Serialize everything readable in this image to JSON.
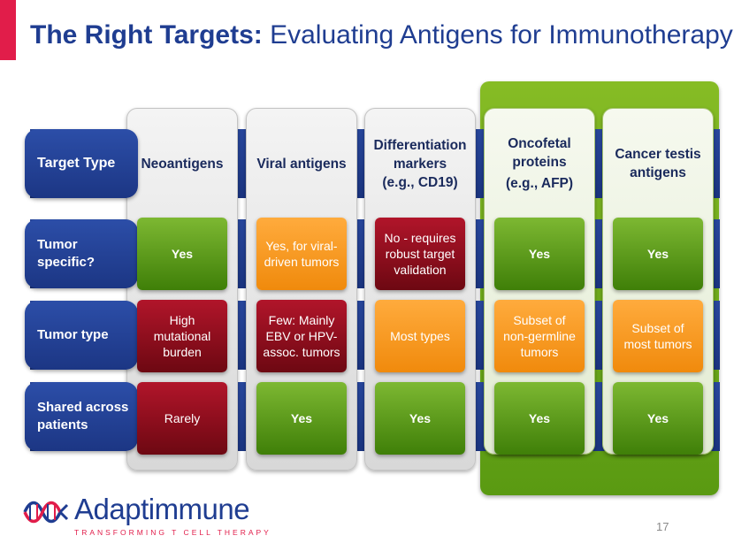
{
  "title": {
    "bold": "The Right Targets:",
    "rest": " Evaluating Antigens for Immunotherapy"
  },
  "row_labels": [
    "Target Type",
    "Tumor specific?",
    "Tumor type",
    "Shared across patients"
  ],
  "columns": [
    {
      "line1": "Neoantigens",
      "line2": ""
    },
    {
      "line1": "Viral antigens",
      "line2": ""
    },
    {
      "line1": "Differentiation markers",
      "line2": "(e.g., CD19)"
    },
    {
      "line1": "Oncofetal proteins",
      "line2": "(e.g., AFP)"
    },
    {
      "line1": "Cancer testis antigens",
      "line2": ""
    }
  ],
  "cells": [
    [
      "Yes",
      "Yes, for viral-driven tumors",
      "No - requires robust target validation",
      "Yes",
      "Yes"
    ],
    [
      "High mutational burden",
      "Few: Mainly EBV or HPV-assoc. tumors",
      "Most types",
      "Subset of non-germline tumors",
      "Subset of most tumors"
    ],
    [
      "Rarely",
      "Yes",
      "Yes",
      "Yes",
      "Yes"
    ]
  ],
  "cell_status": [
    [
      "green",
      "orange",
      "red",
      "green",
      "green"
    ],
    [
      "red",
      "red",
      "orange",
      "orange",
      "orange"
    ],
    [
      "red",
      "green",
      "green",
      "green",
      "green"
    ]
  ],
  "colors": {
    "accent": "#e11d4a",
    "navy": "#1f3d91",
    "green": "#5a9a12",
    "orange": "#f08a0c",
    "red": "#8b0c1c"
  },
  "logo": {
    "name": "Adaptimmune",
    "tagline": "TRANSFORMING T CELL THERAPY",
    "icon": "adaptimmune-helix-icon"
  },
  "page_number": "17"
}
